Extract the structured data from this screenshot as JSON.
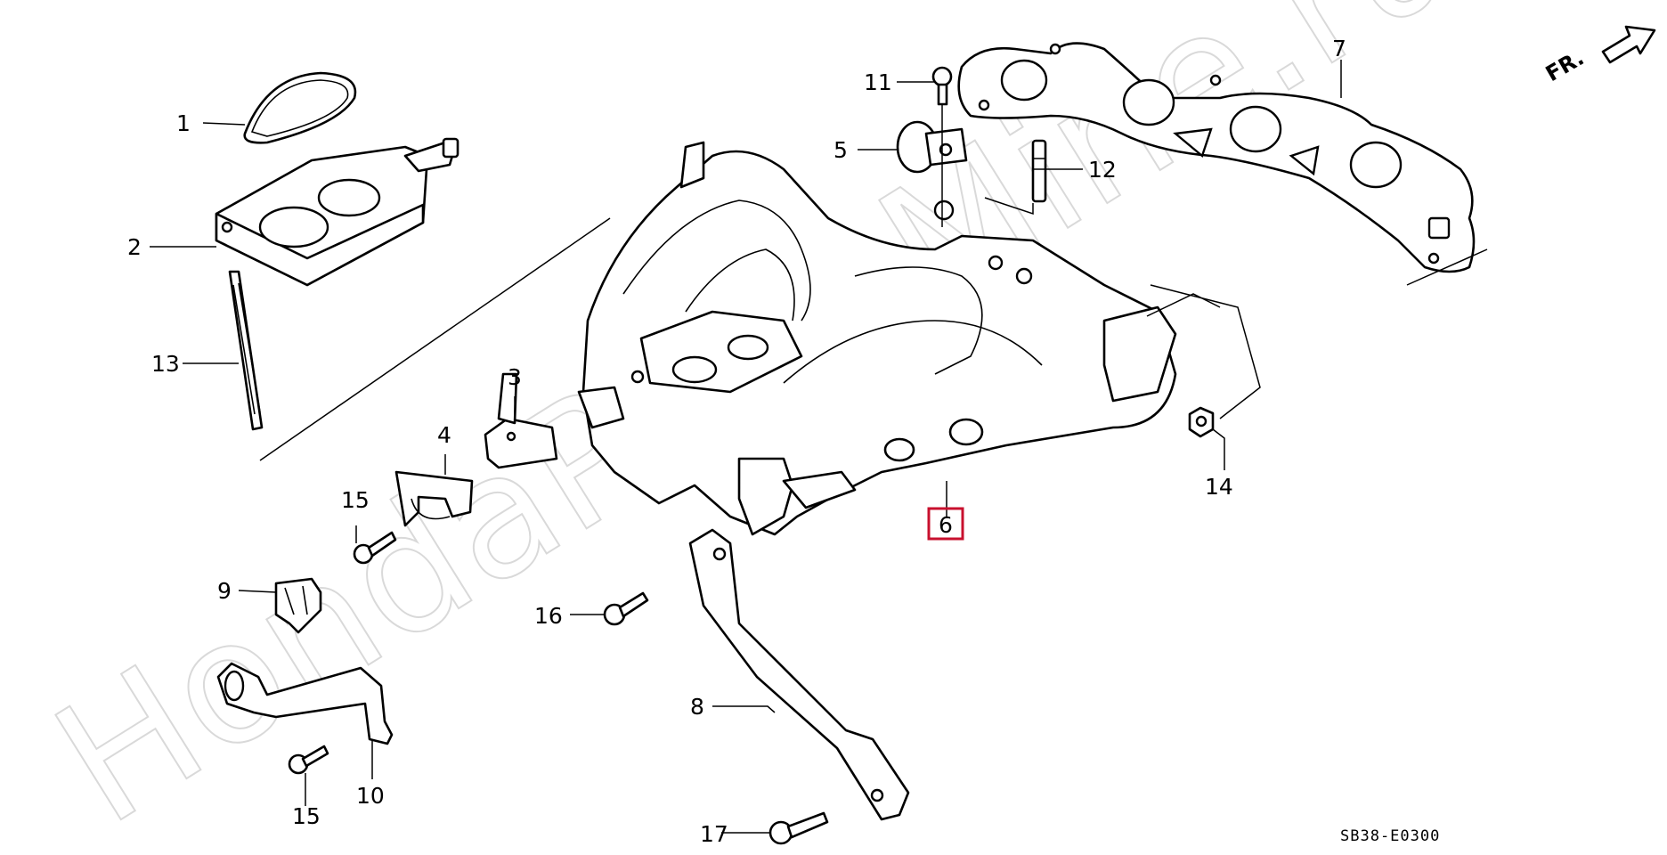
{
  "diagram": {
    "watermark": "HondaPartsMine.ru",
    "direction_label": "FR.",
    "drawing_code": "SB38-E0300",
    "highlight_color": "#c8102e",
    "callouts": {
      "c1": "1",
      "c2": "2",
      "c3": "3",
      "c4": "4",
      "c5": "5",
      "c6": "6",
      "c7": "7",
      "c8": "8",
      "c9": "9",
      "c10": "10",
      "c11": "11",
      "c12": "12",
      "c13": "13",
      "c14": "14",
      "c15a": "15",
      "c15b": "15",
      "c16": "16",
      "c17": "17"
    }
  }
}
